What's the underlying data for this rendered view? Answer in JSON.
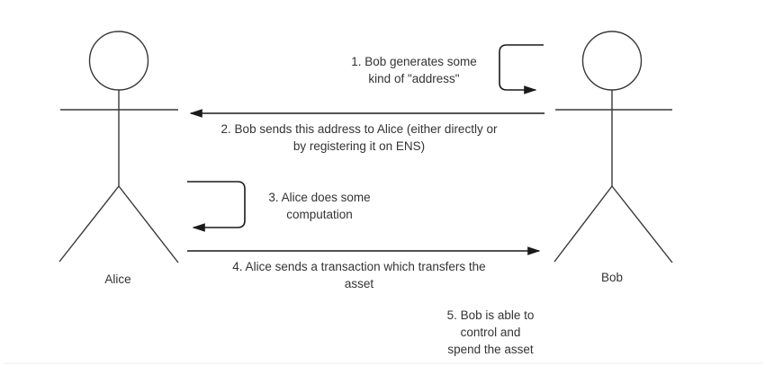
{
  "diagram": {
    "title_implicit": "Alice and Bob address exchange sequence",
    "background_color": "#ffffff",
    "stroke_color": "#383838",
    "arrow_color": "#1a1a1a",
    "text_color": "#333333",
    "actors": {
      "alice": {
        "label": "Alice"
      },
      "bob": {
        "label": "Bob"
      }
    },
    "steps": {
      "step1": "1. Bob generates some\nkind of \"address\"",
      "step2": "2. Bob sends this address to Alice (either directly or\nby registering it on ENS)",
      "step3": "3. Alice does some\ncomputation",
      "step4": "4. Alice sends a transaction which transfers the\nasset",
      "step5": "5. Bob is able to\ncontrol and\nspend the asset"
    }
  }
}
